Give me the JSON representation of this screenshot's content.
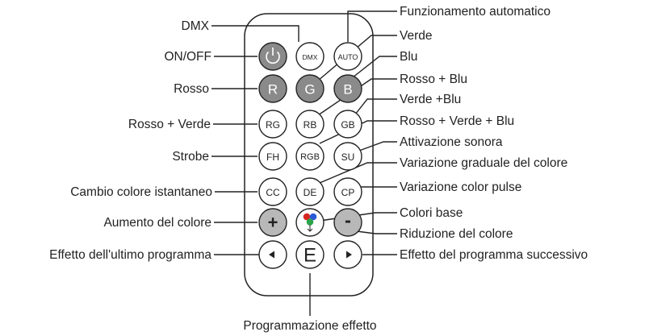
{
  "labels": {
    "dmx": "DMX",
    "on_off": "ON/OFF",
    "rosso": "Rosso",
    "rosso_verde": "Rosso + Verde",
    "strobe": "Strobe",
    "cambio_colore": "Cambio colore istantaneo",
    "aumento_colore": "Aumento del colore",
    "effetto_ultimo": "Effetto dell'ultimo programma",
    "funzionamento_auto": "Funzionamento automatico",
    "verde": "Verde",
    "blu": "Blu",
    "rosso_blu": "Rosso + Blu",
    "verde_blu": "Verde +Blu",
    "rosso_verde_blu": "Rosso + Verde + Blu",
    "attivazione_sonora": "Attivazione sonora",
    "variazione_graduale": "Variazione graduale del colore",
    "variazione_pulse": "Variazione color pulse",
    "colori_base": "Colori base",
    "riduzione_colore": "Riduzione del colore",
    "effetto_successivo": "Effetto del programma successivo",
    "programmazione_effetto": "Programmazione effetto"
  },
  "buttons": {
    "dmx": "DMX",
    "auto": "AUTO",
    "r": "R",
    "g": "G",
    "b": "B",
    "rg": "RG",
    "rb": "RB",
    "gb": "GB",
    "fh": "FH",
    "rgb": "RGB",
    "su": "SU",
    "cc": "CC",
    "de": "DE",
    "cp": "CP",
    "plus": "+",
    "minus": "-",
    "e": "E"
  },
  "colors": {
    "dark_button": "#8a8a8a",
    "light_button": "#b8b8b8",
    "red_dot": "#d7261e",
    "green_dot": "#2aa44a",
    "blue_dot": "#2a5bd7"
  },
  "icons": {
    "power": "power-icon",
    "color_base": "rgb-dots-icon",
    "left": "triangle-left-icon",
    "right": "triangle-right-icon"
  }
}
